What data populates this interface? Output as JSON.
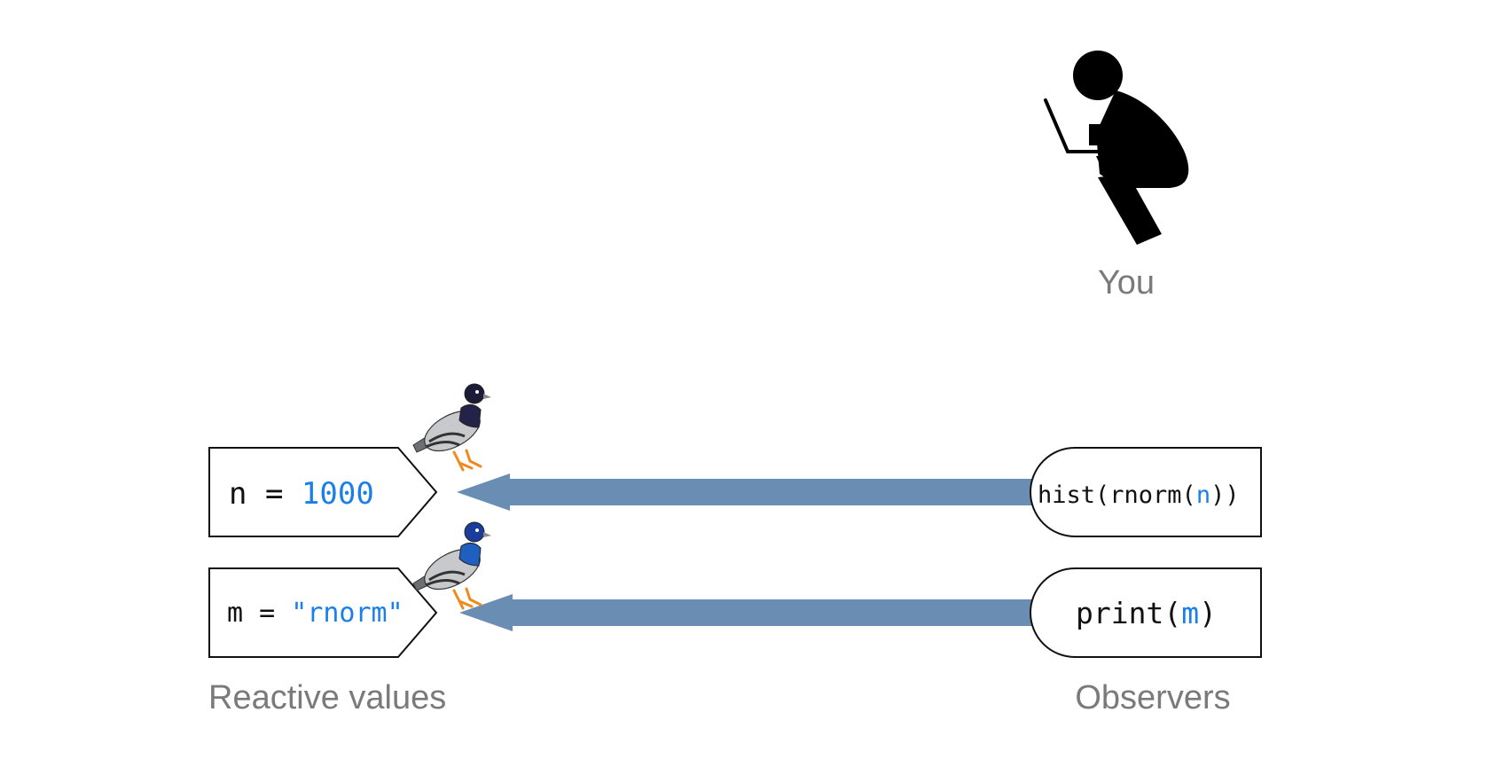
{
  "colors": {
    "arrow": "#6a8db3",
    "code_highlight": "#1a7fe8",
    "code_text": "#111111",
    "caption_text": "#7a7a7a",
    "outline": "#111111"
  },
  "you_label": "You",
  "reactive_values": {
    "caption": "Reactive values",
    "n": {
      "name": "n",
      "op": " = ",
      "value": "1000"
    },
    "m": {
      "name": "m",
      "op": " = ",
      "value": "\"rnorm\""
    }
  },
  "observers": {
    "caption": "Observers",
    "hist": {
      "pre": "hist(rnorm(",
      "arg": "n",
      "post": "))"
    },
    "print": {
      "pre": "print(",
      "arg": "m",
      "post": ")"
    }
  },
  "icons": {
    "person": "person-with-laptop-icon",
    "pigeon": "pigeon-icon"
  }
}
